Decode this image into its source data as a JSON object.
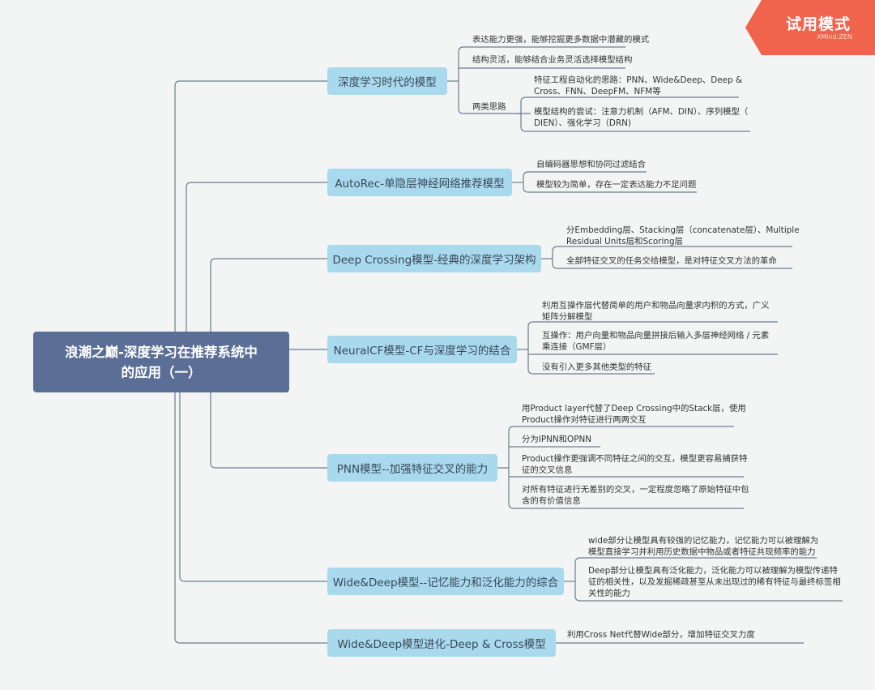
{
  "badge": {
    "title": "试用模式",
    "subtitle": "XMind:ZEN"
  },
  "root": {
    "label": "浪潮之巅-深度学习在推荐系统中\n的应用（一）"
  },
  "branches": [
    {
      "label": "深度学习时代的模型",
      "leaves": [
        "表达能力更强，能够挖掘更多数据中潜藏的模式",
        "结构灵活，能够结合业务灵活选择模型结构",
        "两类思路"
      ],
      "sub_leaves": [
        "特征工程自动化的思路：PNN、Wide&Deep、Deep &\nCross、FNN、DeepFM、NFM等",
        "模型结构的尝试：注意力机制（AFM、DIN）、序列模型（\nDIEN）、强化学习（DRN)"
      ]
    },
    {
      "label": "AutoRec-单隐层神经网络推荐模型",
      "leaves": [
        "自编码器思想和协同过滤结合",
        "模型较为简单，存在一定表达能力不足问题"
      ]
    },
    {
      "label": "Deep Crossing模型-经典的深度学习架构",
      "leaves": [
        "分Embedding层、Stacking层（concatenate层）、Multiple\nResidual Units层和Scoring层",
        "全部特征交叉的任务交给模型，是对特征交叉方法的革命"
      ]
    },
    {
      "label": "NeuralCF模型-CF与深度学习的结合",
      "leaves": [
        "利用互操作层代替简单的用户和物品向量求内积的方式，广义\n矩阵分解模型",
        "互操作：用户向量和物品向量拼接后输入多层神经网络 / 元素\n乘连接（GMF层）",
        "没有引入更多其他类型的特征"
      ]
    },
    {
      "label": "PNN模型--加强特征交叉的能力",
      "leaves": [
        "用Product layer代替了Deep Crossing中的Stack层，使用\nProduct操作对特征进行两两交互",
        "分为IPNN和OPNN",
        "Product操作更强调不同特征之间的交互，模型更容易捕获特\n征的交叉信息",
        "对所有特征进行无差别的交叉，一定程度忽略了原始特征中包\n含的有价值信息"
      ]
    },
    {
      "label": "Wide&Deep模型--记忆能力和泛化能力的综合",
      "leaves": [
        "wide部分让模型具有较强的记忆能力，记忆能力可以被理解为\n模型直接学习并利用历史数据中物品或者特征共现频率的能力",
        "Deep部分让模型具有泛化能力，泛化能力可以被理解为模型传递特\n征的相关性，以及发掘稀疏甚至从未出现过的稀有特征与最终标签相\n关性的能力"
      ]
    },
    {
      "label": "Wide&Deep模型进化-Deep & Cross模型",
      "leaves": [
        "利用Cross Net代替Wide部分，增加特征交叉力度"
      ]
    }
  ],
  "colors": {
    "root": "#5a6e96",
    "branch": "#a9d9ed",
    "line": "#6e7d8d",
    "badge": "#f0634c",
    "background": "#f3f4f4"
  }
}
